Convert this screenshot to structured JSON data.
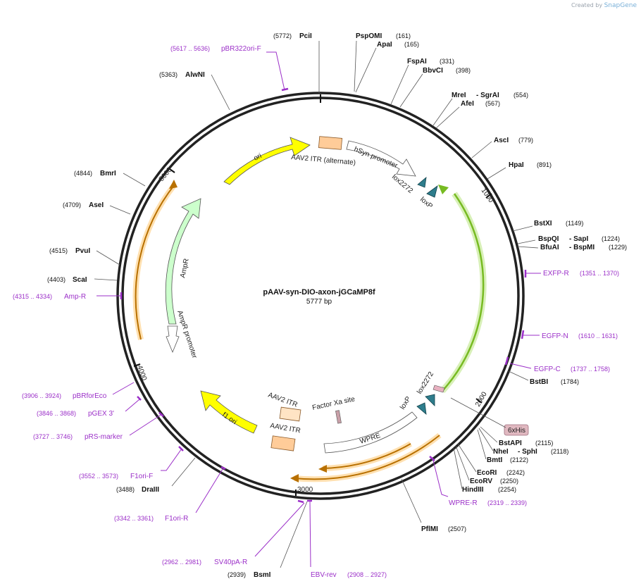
{
  "credit": {
    "prefix": "Created by",
    "brand": "SnapGene"
  },
  "plasmid": {
    "name": "pAAV-syn-DIO-axon-jGCaMP8f",
    "size_label": "5777 bp"
  },
  "ticks": [
    "1000",
    "2000",
    "3000",
    "4000",
    "5000"
  ],
  "enzymes": [
    {
      "id": "pcii",
      "name": "PciI",
      "pos": "(5772)"
    },
    {
      "id": "pspomi",
      "name": "PspOMI",
      "pos": "(161)"
    },
    {
      "id": "apai",
      "name": "ApaI",
      "pos": "(165)"
    },
    {
      "id": "fspai",
      "name": "FspAI",
      "pos": "(331)"
    },
    {
      "id": "bbvci",
      "name": "BbvCI",
      "pos": "(398)"
    },
    {
      "id": "mrei",
      "name": "MreI",
      "pos": ""
    },
    {
      "id": "sgrai",
      "name": "- SgrAI",
      "pos": "(554)"
    },
    {
      "id": "afei",
      "name": "AfeI",
      "pos": "(567)"
    },
    {
      "id": "asci",
      "name": "AscI",
      "pos": "(779)"
    },
    {
      "id": "hpai",
      "name": "HpaI",
      "pos": "(891)"
    },
    {
      "id": "bstxi",
      "name": "BstXI",
      "pos": "(1149)"
    },
    {
      "id": "bspqi",
      "name": "BspQI",
      "pos": ""
    },
    {
      "id": "sapi",
      "name": "- SapI",
      "pos": "(1224)"
    },
    {
      "id": "bfuai",
      "name": "BfuAI",
      "pos": ""
    },
    {
      "id": "bspmi",
      "name": "- BspMI",
      "pos": "(1229)"
    },
    {
      "id": "bstbi",
      "name": "BstBI",
      "pos": "(1784)"
    },
    {
      "id": "bstapi",
      "name": "BstAPI",
      "pos": "(2115)"
    },
    {
      "id": "nhei",
      "name": "NheI",
      "pos": ""
    },
    {
      "id": "sphi",
      "name": "- SphI",
      "pos": "(2118)"
    },
    {
      "id": "bmti",
      "name": "BmtI",
      "pos": "(2122)"
    },
    {
      "id": "ecori",
      "name": "EcoRI",
      "pos": "(2242)"
    },
    {
      "id": "ecorv",
      "name": "EcoRV",
      "pos": "(2250)"
    },
    {
      "id": "hindiii",
      "name": "HindIII",
      "pos": "(2254)"
    },
    {
      "id": "pflmi",
      "name": "PflMI",
      "pos": "(2507)"
    },
    {
      "id": "bsmi",
      "name": "BsmI",
      "pos": "(2939)"
    },
    {
      "id": "draiii",
      "name": "DraIII",
      "pos": "(3488)"
    },
    {
      "id": "scai",
      "name": "ScaI",
      "pos": "(4403)"
    },
    {
      "id": "pvui",
      "name": "PvuI",
      "pos": "(4515)"
    },
    {
      "id": "asei",
      "name": "AseI",
      "pos": "(4709)"
    },
    {
      "id": "bmri",
      "name": "BmrI",
      "pos": "(4844)"
    },
    {
      "id": "alwni",
      "name": "AlwNI",
      "pos": "(5363)"
    }
  ],
  "primers": [
    {
      "id": "pbr322ori",
      "name": "pBR322ori-F",
      "range": "(5617 .. 5636)"
    },
    {
      "id": "exfpr",
      "name": "EXFP-R",
      "range": "(1351 .. 1370)"
    },
    {
      "id": "egfpn",
      "name": "EGFP-N",
      "range": "(1610 .. 1631)"
    },
    {
      "id": "egfpc",
      "name": "EGFP-C",
      "range": "(1737 .. 1758)"
    },
    {
      "id": "wprer",
      "name": "WPRE-R",
      "range": "(2319 .. 2339)"
    },
    {
      "id": "ebvrev",
      "name": "EBV-rev",
      "range": "(2908 .. 2927)"
    },
    {
      "id": "sv40par",
      "name": "SV40pA-R",
      "range": "(2962 .. 2981)"
    },
    {
      "id": "f1orir",
      "name": "F1ori-R",
      "range": "(3342 .. 3361)"
    },
    {
      "id": "f1orif",
      "name": "F1ori-F",
      "range": "(3552 .. 3573)"
    },
    {
      "id": "prsmarker",
      "name": "pRS-marker",
      "range": "(3727 .. 3746)"
    },
    {
      "id": "pgex3",
      "name": "pGEX 3'",
      "range": "(3846 .. 3868)"
    },
    {
      "id": "pbrforeco",
      "name": "pBRforEco",
      "range": "(3906 .. 3924)"
    },
    {
      "id": "ampr_primer",
      "name": "Amp-R",
      "range": "(4315 .. 4334)"
    }
  ],
  "features": {
    "ori": "ori",
    "aav2_itr_alt": "AAV2 ITR (alternate)",
    "hsyn": "hSyn promoter",
    "lox2272_top": "lox2272",
    "loxp_top": "loxP",
    "ampr": "AmpR",
    "ampr_promoter": "AmpR promoter",
    "f1_ori": "f1 ori",
    "aav2_itr_a": "AAV2 ITR",
    "aav2_itr_b": "AAV2 ITR",
    "factor_xa": "Factor Xa site",
    "wpre": "WPRE",
    "loxp_bottom": "loxP",
    "lox2272_bottom": "lox2272",
    "his6": "6xHis"
  },
  "colors": {
    "backbone": "#222222",
    "primer": "#9b2fc8",
    "ori": "#ffff00",
    "itr": "#ffcc99",
    "lox": "#2e7d8c",
    "ampr": "#ccffcc",
    "gcamp": "#77bb22",
    "orange_orf": "#ff9900",
    "his_tag": "#e0b8c0"
  }
}
